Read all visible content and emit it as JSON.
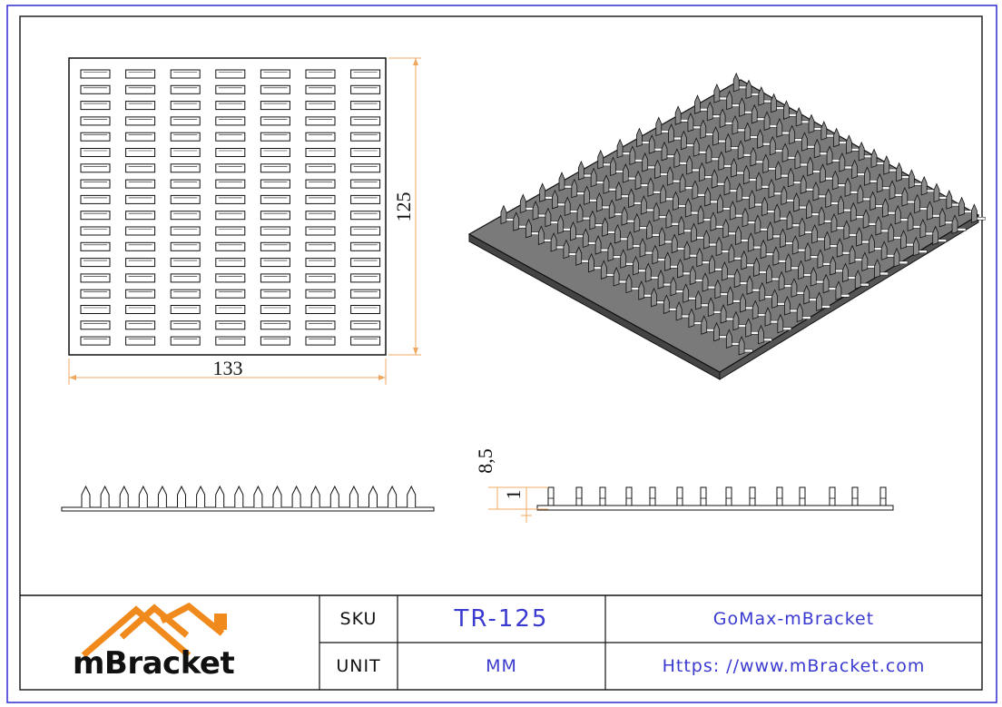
{
  "drawing": {
    "dimensions": {
      "plate_width": "133",
      "plate_height": "125",
      "tooth_height": "8,5",
      "plate_thickness": "1"
    }
  },
  "title_block": {
    "brand_name": "mBracket",
    "sku_label": "SKU",
    "sku_value": "TR-125",
    "unit_label": "UNIT",
    "unit_value": "MM",
    "company": "GoMax-mBracket",
    "website": "Https: //www.mBracket.com"
  },
  "colors": {
    "frame": "#2b2bd6",
    "dimension_line": "#f0a860",
    "text_blue": "#3a3ad0",
    "logo_orange": "#f08a1c",
    "plate_gray": "#7a7a7a",
    "outline": "#111111"
  },
  "icons": {
    "logo": "house-roof-icon"
  }
}
